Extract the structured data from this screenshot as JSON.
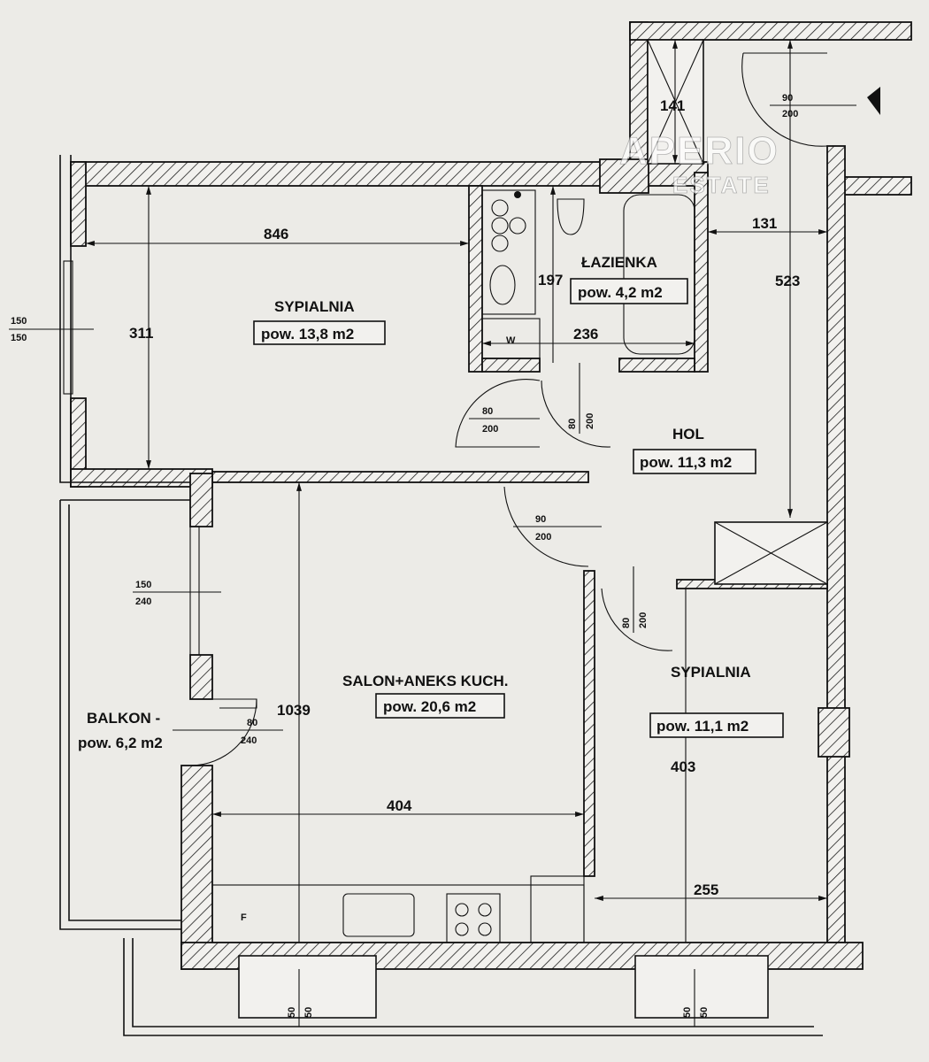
{
  "watermark": {
    "brand": "APERIO",
    "sub": "ESTATE"
  },
  "rooms": {
    "bedroom1": {
      "name": "SYPIALNIA",
      "area": "pow. 13,8 m2"
    },
    "bathroom": {
      "name": "ŁAZIENKA",
      "area": "pow. 4,2 m2"
    },
    "hall": {
      "name": "HOL",
      "area": "pow. 11,3 m2"
    },
    "living": {
      "name": "SALON+ANEKS KUCH.",
      "area": "pow. 20,6 m2"
    },
    "bedroom2": {
      "name": "SYPIALNIA",
      "area": "pow. 11,1 m2"
    },
    "balcony": {
      "name": "BALKON -",
      "area": "pow. 6,2 m2"
    }
  },
  "dimensions": {
    "bedroom1_width": "846",
    "bedroom1_depth": "311",
    "bathroom_depth": "197",
    "bathroom_width": "236",
    "hall_width": "131",
    "hall_length": "523",
    "shaft_height": "141",
    "living_depth": "1039",
    "living_width": "404",
    "bedroom2_depth": "403",
    "bedroom2_width": "255"
  },
  "openings": {
    "entry_door": {
      "w": "90",
      "h": "200"
    },
    "window_bedroom1": {
      "w": "150",
      "h": "150"
    },
    "window_living": {
      "w": "150",
      "h": "240"
    },
    "balcony_door": {
      "w": "80",
      "h": "240"
    },
    "bedroom1_door": {
      "w": "80",
      "h": "200"
    },
    "bathroom_door": {
      "w": "80",
      "h": "200"
    },
    "living_door": {
      "w": "90",
      "h": "200"
    },
    "bedroom2_door": {
      "w": "80",
      "h": "200"
    },
    "window_sill_left": {
      "a": "50",
      "b": "50"
    },
    "window_sill_right": {
      "a": "50",
      "b": "50"
    }
  },
  "fixtures": {
    "washer_label": "W",
    "fridge_label": "F"
  },
  "colors": {
    "paper": "#ecebe7",
    "ink": "#111111"
  }
}
